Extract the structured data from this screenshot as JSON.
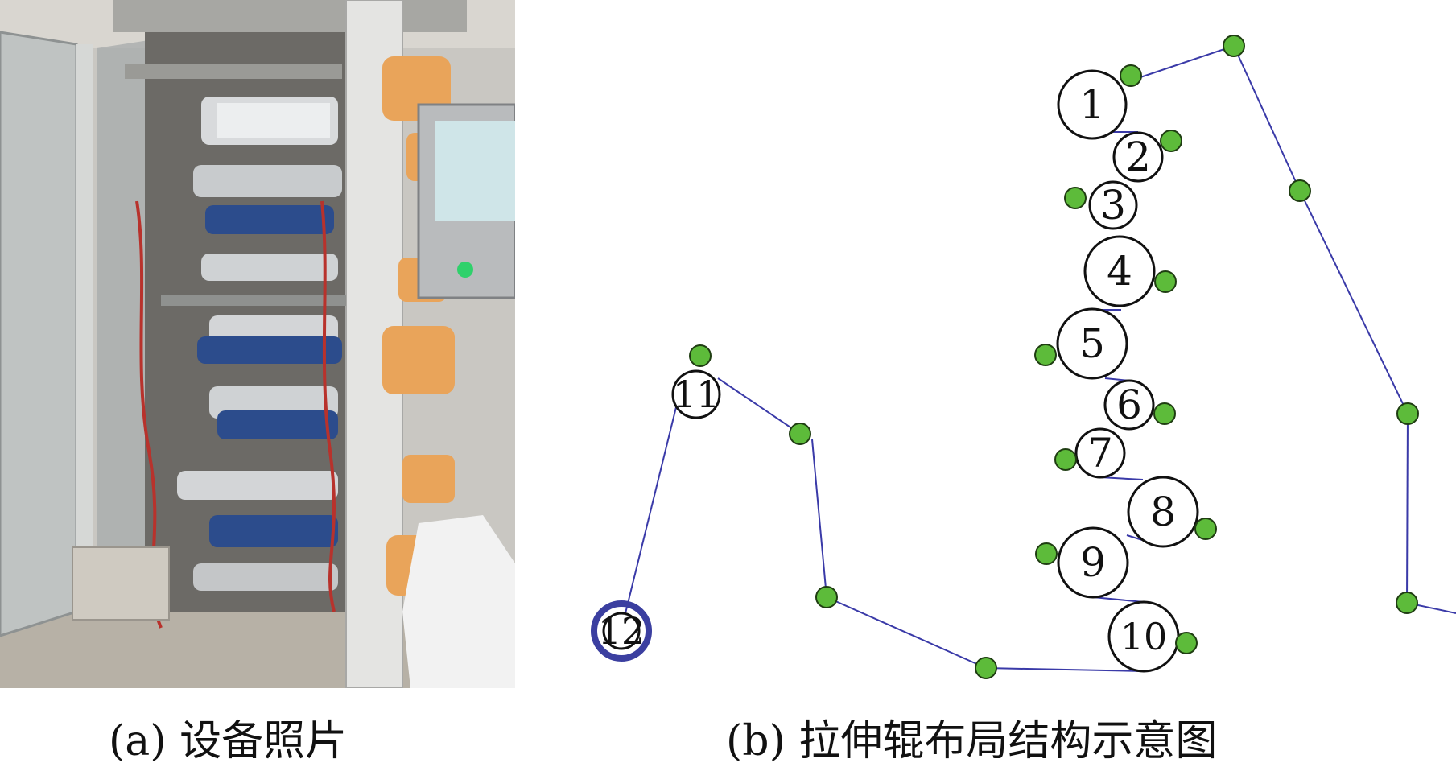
{
  "captions": {
    "a": "(a) 设备照片",
    "b": "(b) 拉伸辊布局结构示意图"
  },
  "diagram": {
    "rollers": [
      {
        "label": "1"
      },
      {
        "label": "2"
      },
      {
        "label": "3"
      },
      {
        "label": "4"
      },
      {
        "label": "5"
      },
      {
        "label": "6"
      },
      {
        "label": "7"
      },
      {
        "label": "8"
      },
      {
        "label": "9"
      },
      {
        "label": "10"
      },
      {
        "label": "11"
      },
      {
        "label": "12"
      }
    ],
    "colors": {
      "roller_fill": "#ffffff",
      "roller_stroke": "#111111",
      "guide_roller": "#5dbb3a",
      "web_line": "#3a3aa8",
      "roller_12_ring": "#3b3fa0"
    }
  }
}
